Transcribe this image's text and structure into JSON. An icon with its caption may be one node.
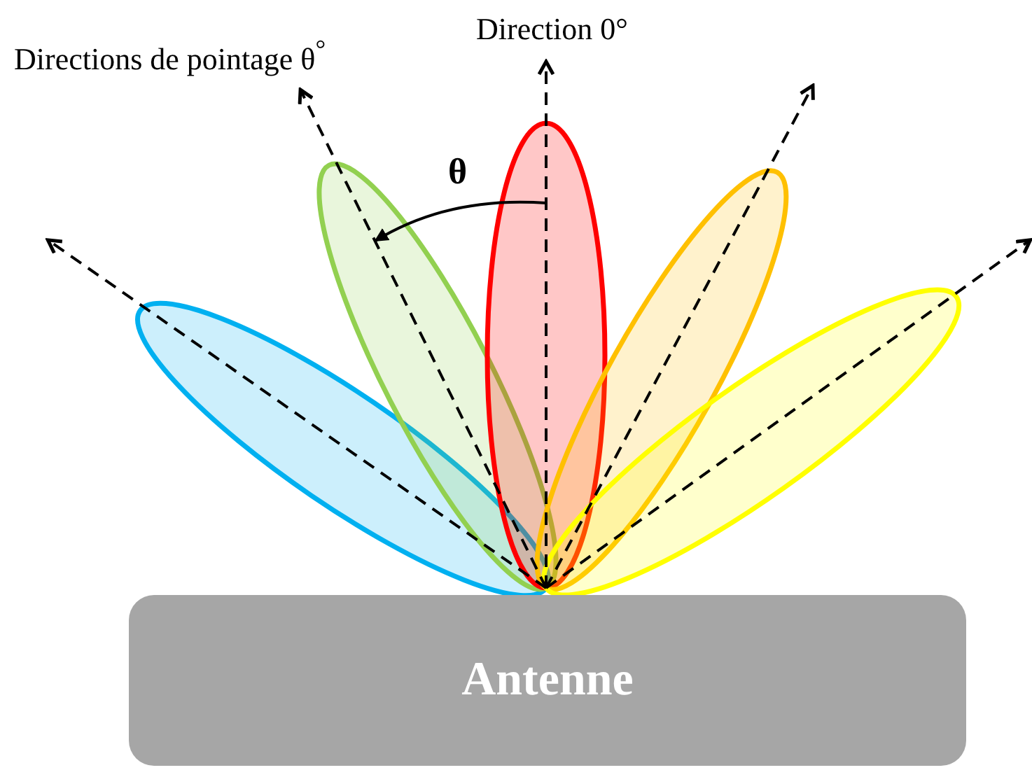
{
  "diagram": {
    "nodes": [
      {
        "text": [
          "Antenne"
        ]
      }
    ],
    "labels": [
      "Directions de pointage θ$^{°}$",
      "Direction 0°",
      "θ"
    ]
  }
}
